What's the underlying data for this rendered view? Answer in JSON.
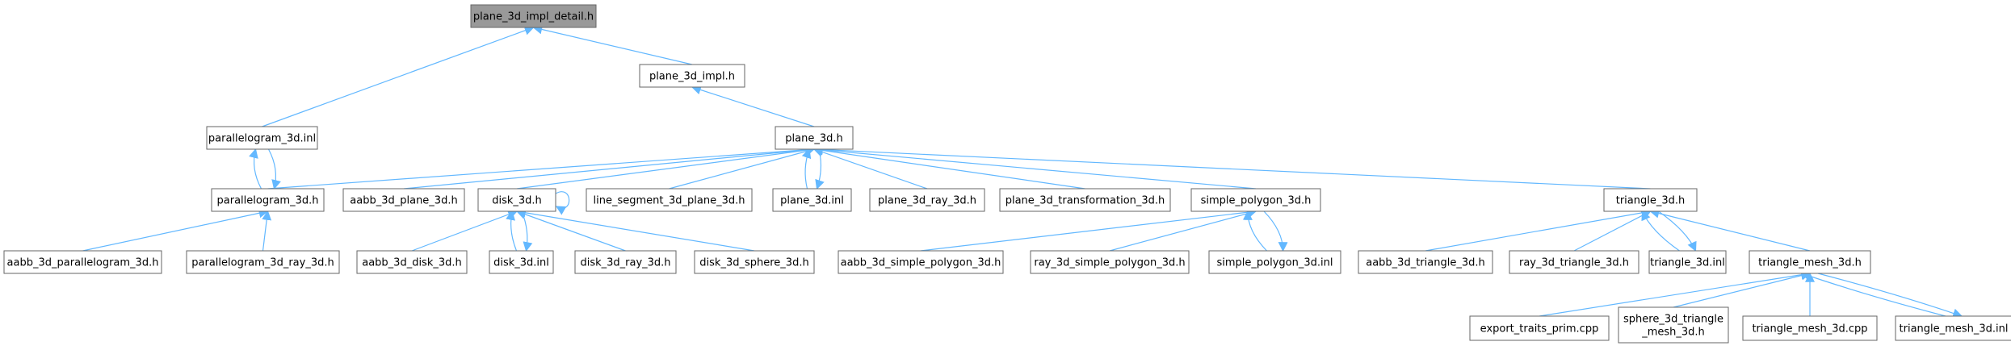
{
  "graph": {
    "edge_color": "#63b8ff",
    "root_fill": "#999999",
    "nodes": [
      {
        "id": "plane_impl_detail",
        "label": [
          "plane_3d_impl_detail.h"
        ],
        "root": true
      },
      {
        "id": "plane_impl",
        "label": [
          "plane_3d_impl.h"
        ]
      },
      {
        "id": "parallelogram_inl",
        "label": [
          "parallelogram_3d.inl"
        ]
      },
      {
        "id": "plane_h",
        "label": [
          "plane_3d.h"
        ]
      },
      {
        "id": "parallelogram_h",
        "label": [
          "parallelogram_3d.h"
        ]
      },
      {
        "id": "aabb_plane",
        "label": [
          "aabb_3d_plane_3d.h"
        ]
      },
      {
        "id": "disk_h",
        "label": [
          "disk_3d.h"
        ]
      },
      {
        "id": "line_seg_plane",
        "label": [
          "line_segment_3d_plane_3d.h"
        ]
      },
      {
        "id": "plane_inl",
        "label": [
          "plane_3d.inl"
        ]
      },
      {
        "id": "plane_ray",
        "label": [
          "plane_3d_ray_3d.h"
        ]
      },
      {
        "id": "plane_transform",
        "label": [
          "plane_3d_transformation_3d.h"
        ]
      },
      {
        "id": "simple_polygon_h",
        "label": [
          "simple_polygon_3d.h"
        ]
      },
      {
        "id": "triangle_h",
        "label": [
          "triangle_3d.h"
        ]
      },
      {
        "id": "aabb_parallelogram",
        "label": [
          "aabb_3d_parallelogram_3d.h"
        ]
      },
      {
        "id": "parallelogram_ray",
        "label": [
          "parallelogram_3d_ray_3d.h"
        ]
      },
      {
        "id": "aabb_disk",
        "label": [
          "aabb_3d_disk_3d.h"
        ]
      },
      {
        "id": "disk_inl",
        "label": [
          "disk_3d.inl"
        ]
      },
      {
        "id": "disk_ray",
        "label": [
          "disk_3d_ray_3d.h"
        ]
      },
      {
        "id": "disk_sphere",
        "label": [
          "disk_3d_sphere_3d.h"
        ]
      },
      {
        "id": "aabb_simple_polygon",
        "label": [
          "aabb_3d_simple_polygon_3d.h"
        ]
      },
      {
        "id": "ray_simple_polygon",
        "label": [
          "ray_3d_simple_polygon_3d.h"
        ]
      },
      {
        "id": "simple_polygon_inl",
        "label": [
          "simple_polygon_3d.inl"
        ]
      },
      {
        "id": "aabb_triangle",
        "label": [
          "aabb_3d_triangle_3d.h"
        ]
      },
      {
        "id": "ray_triangle",
        "label": [
          "ray_3d_triangle_3d.h"
        ]
      },
      {
        "id": "triangle_inl",
        "label": [
          "triangle_3d.inl"
        ]
      },
      {
        "id": "triangle_mesh_h",
        "label": [
          "triangle_mesh_3d.h"
        ]
      },
      {
        "id": "export_traits",
        "label": [
          "export_traits_prim.cpp"
        ]
      },
      {
        "id": "sphere_triangle_mesh",
        "label": [
          "sphere_3d_triangle",
          "_mesh_3d.h"
        ]
      },
      {
        "id": "triangle_mesh_cpp",
        "label": [
          "triangle_mesh_3d.cpp"
        ]
      },
      {
        "id": "triangle_mesh_inl",
        "label": [
          "triangle_mesh_3d.inl"
        ]
      }
    ],
    "edges": [
      {
        "from": "plane_impl",
        "to": "plane_impl_detail"
      },
      {
        "from": "parallelogram_inl",
        "to": "plane_impl_detail"
      },
      {
        "from": "plane_h",
        "to": "plane_impl"
      },
      {
        "from": "parallelogram_h",
        "to": "parallelogram_inl"
      },
      {
        "from": "parallelogram_inl",
        "to": "parallelogram_h"
      },
      {
        "from": "parallelogram_h",
        "to": "plane_h"
      },
      {
        "from": "aabb_plane",
        "to": "plane_h"
      },
      {
        "from": "disk_h",
        "to": "plane_h"
      },
      {
        "from": "line_seg_plane",
        "to": "plane_h"
      },
      {
        "from": "plane_inl",
        "to": "plane_h"
      },
      {
        "from": "plane_h",
        "to": "plane_inl"
      },
      {
        "from": "plane_ray",
        "to": "plane_h"
      },
      {
        "from": "plane_transform",
        "to": "plane_h"
      },
      {
        "from": "simple_polygon_h",
        "to": "plane_h"
      },
      {
        "from": "triangle_h",
        "to": "plane_h"
      },
      {
        "from": "disk_h",
        "to": "disk_h"
      },
      {
        "from": "aabb_parallelogram",
        "to": "parallelogram_h"
      },
      {
        "from": "parallelogram_ray",
        "to": "parallelogram_h"
      },
      {
        "from": "aabb_disk",
        "to": "disk_h"
      },
      {
        "from": "disk_inl",
        "to": "disk_h"
      },
      {
        "from": "disk_h",
        "to": "disk_inl"
      },
      {
        "from": "disk_ray",
        "to": "disk_h"
      },
      {
        "from": "disk_sphere",
        "to": "disk_h"
      },
      {
        "from": "aabb_simple_polygon",
        "to": "simple_polygon_h"
      },
      {
        "from": "ray_simple_polygon",
        "to": "simple_polygon_h"
      },
      {
        "from": "simple_polygon_inl",
        "to": "simple_polygon_h"
      },
      {
        "from": "simple_polygon_h",
        "to": "simple_polygon_inl"
      },
      {
        "from": "aabb_triangle",
        "to": "triangle_h"
      },
      {
        "from": "ray_triangle",
        "to": "triangle_h"
      },
      {
        "from": "triangle_inl",
        "to": "triangle_h"
      },
      {
        "from": "triangle_h",
        "to": "triangle_inl"
      },
      {
        "from": "triangle_mesh_h",
        "to": "triangle_h"
      },
      {
        "from": "export_traits",
        "to": "triangle_mesh_h"
      },
      {
        "from": "sphere_triangle_mesh",
        "to": "triangle_mesh_h"
      },
      {
        "from": "triangle_mesh_cpp",
        "to": "triangle_mesh_h"
      },
      {
        "from": "triangle_mesh_inl",
        "to": "triangle_mesh_h"
      },
      {
        "from": "triangle_mesh_h",
        "to": "triangle_mesh_inl"
      }
    ]
  }
}
